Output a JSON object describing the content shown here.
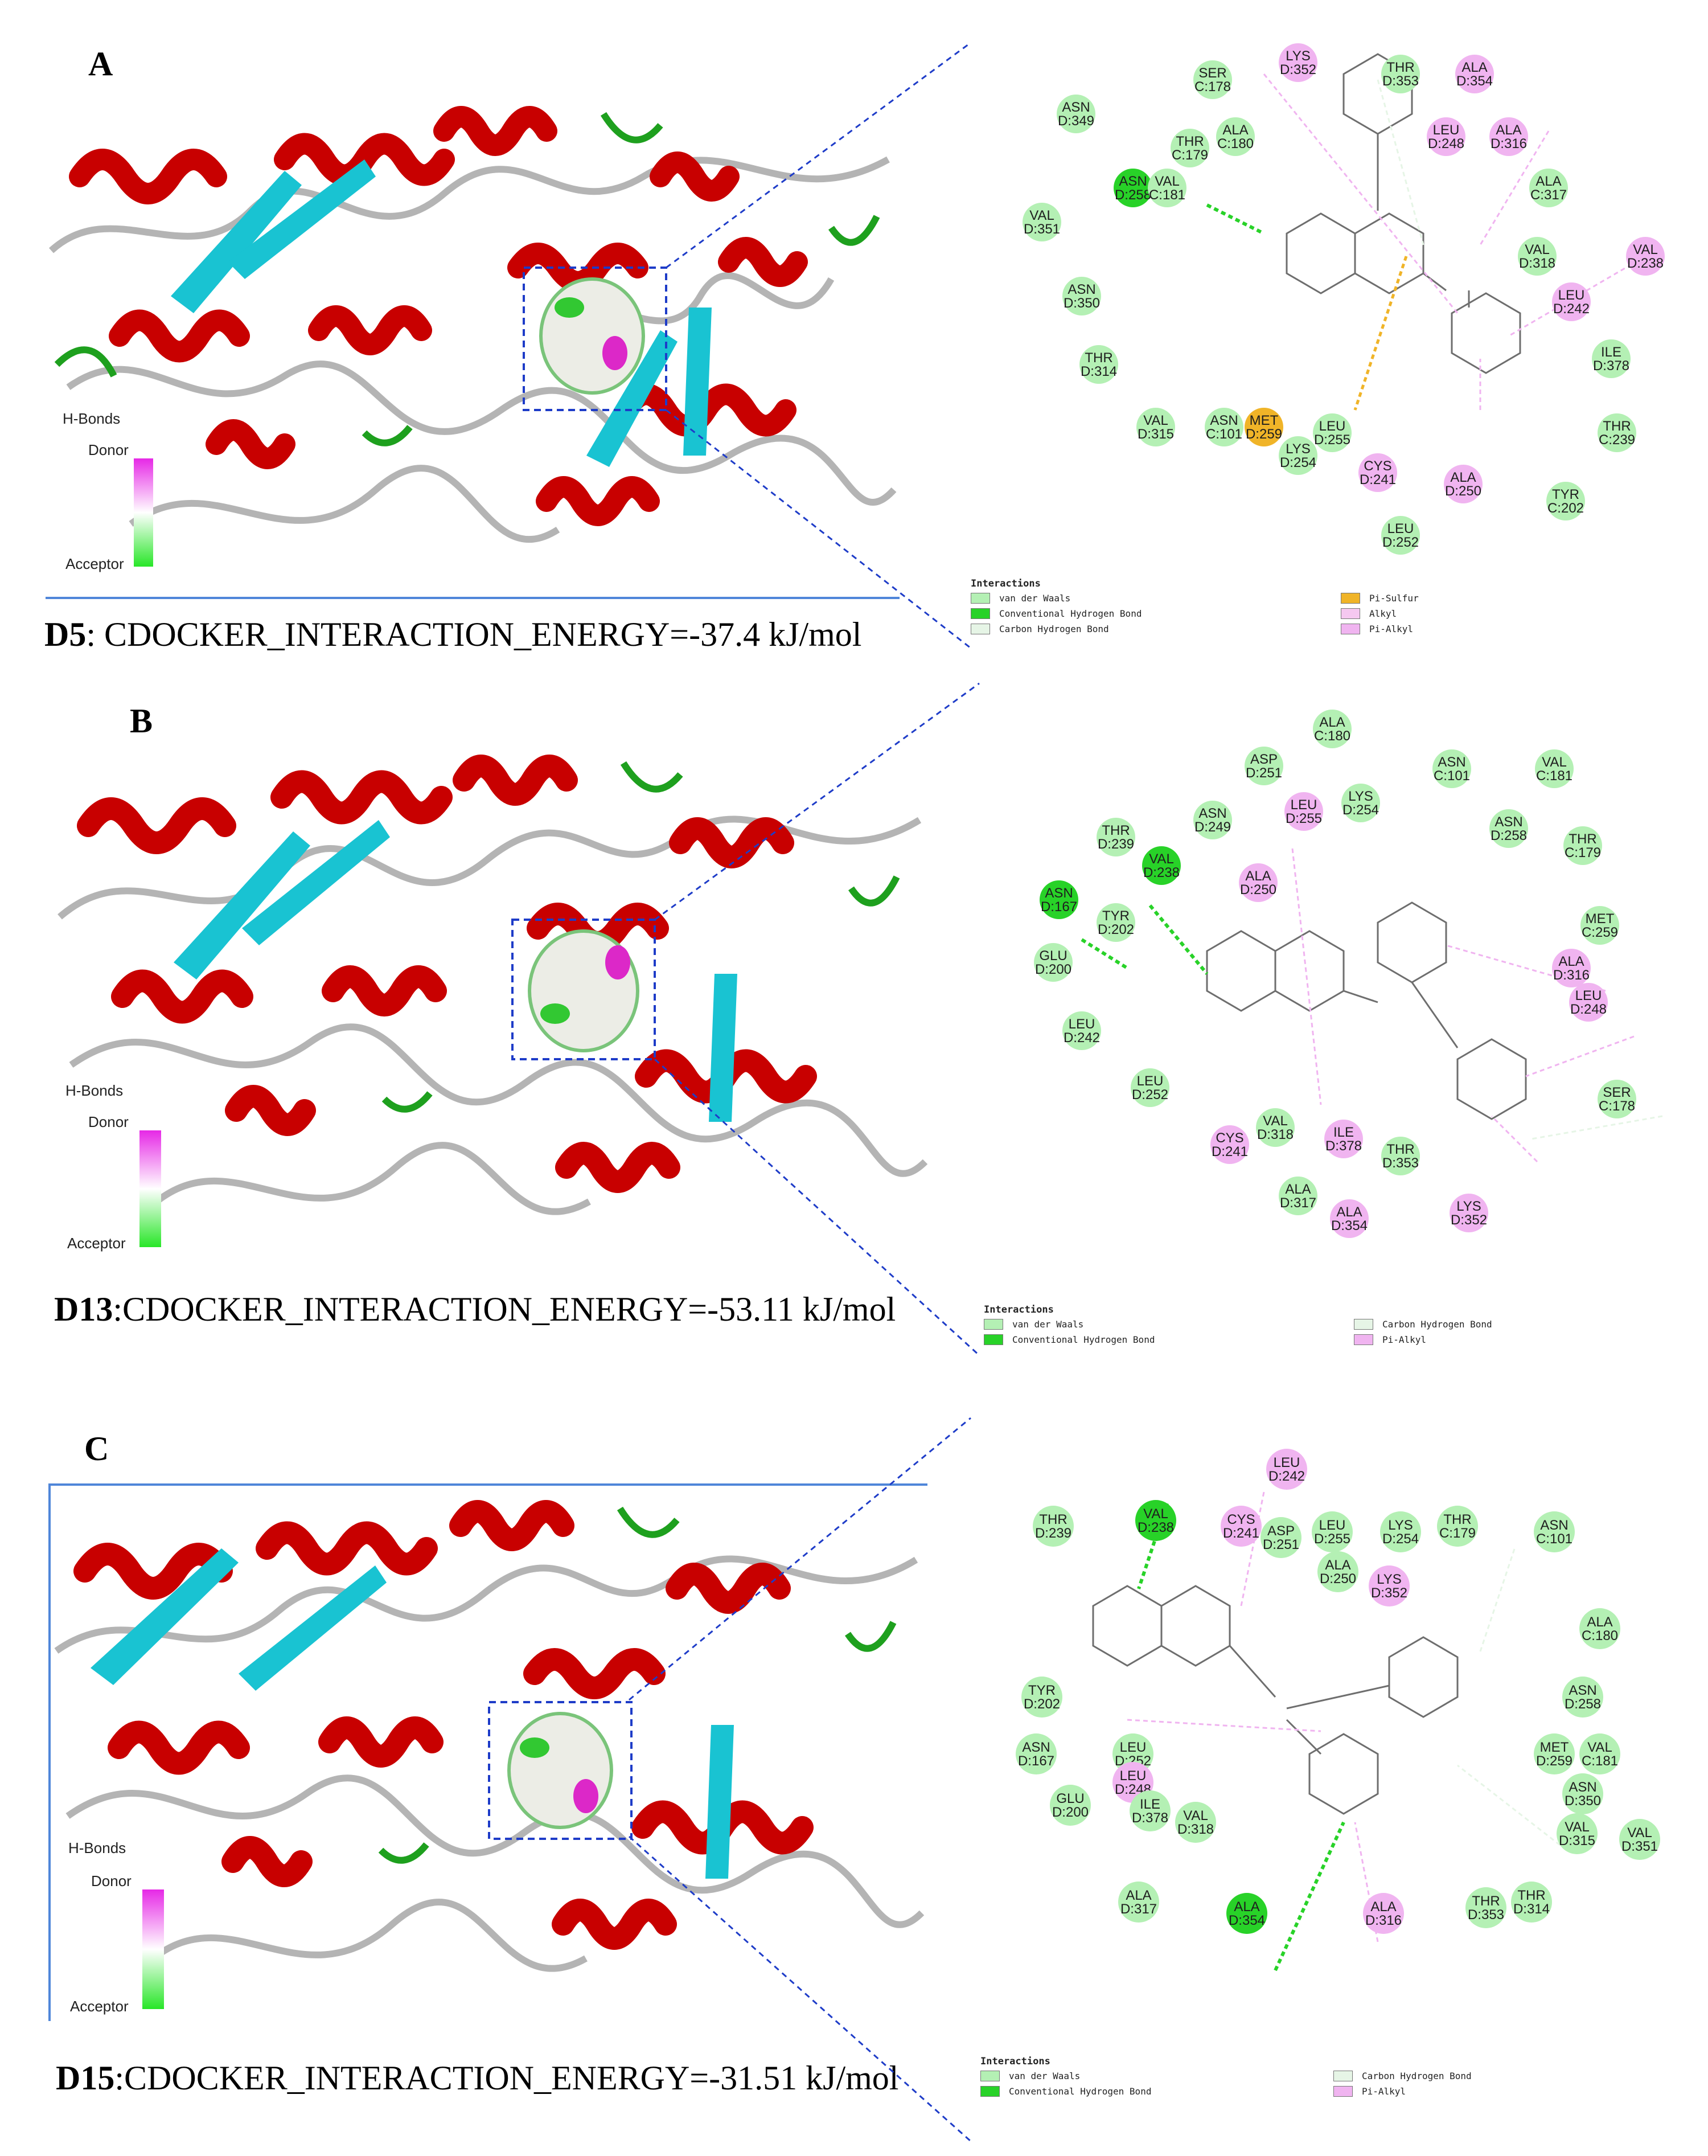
{
  "panels": [
    {
      "letter": "A",
      "ligand": "D5",
      "energy_text": ": CDOCKER_INTERACTION_ENERGY=-37.4 kJ/mol",
      "hbonds_title": "H-Bonds",
      "donor_label": "Donor",
      "acceptor_label": "Acceptor",
      "legend_title": "Interactions",
      "legend_items": [
        "van der Waals",
        "Conventional Hydrogen Bond",
        "Carbon Hydrogen Bond",
        "Pi-Sulfur",
        "Alkyl",
        "Pi-Alkyl"
      ],
      "residues": [
        [
          "SER",
          "C:178"
        ],
        [
          "LYS",
          "D:352"
        ],
        [
          "THR",
          "D:353"
        ],
        [
          "ALA",
          "D:354"
        ],
        [
          "ASN",
          "D:349"
        ],
        [
          "THR",
          "C:179"
        ],
        [
          "ALA",
          "C:180"
        ],
        [
          "LEU",
          "D:248"
        ],
        [
          "ALA",
          "D:316"
        ],
        [
          "ASN",
          "D:258"
        ],
        [
          "VAL",
          "C:181"
        ],
        [
          "ALA",
          "C:317"
        ],
        [
          "VAL",
          "D:351"
        ],
        [
          "VAL",
          "D:318"
        ],
        [
          "VAL",
          "D:238"
        ],
        [
          "ASN",
          "D:350"
        ],
        [
          "LEU",
          "D:242"
        ],
        [
          "THR",
          "D:314"
        ],
        [
          "ILE",
          "D:378"
        ],
        [
          "VAL",
          "D:315"
        ],
        [
          "ASN",
          "C:101"
        ],
        [
          "MET",
          "D:259"
        ],
        [
          "LEU",
          "D:255"
        ],
        [
          "THR",
          "C:239"
        ],
        [
          "LYS",
          "D:254"
        ],
        [
          "CYS",
          "D:241"
        ],
        [
          "ALA",
          "D:250"
        ],
        [
          "TYR",
          "C:202"
        ],
        [
          "LEU",
          "D:252"
        ]
      ]
    },
    {
      "letter": "B",
      "ligand": "D13",
      "energy_text": ":CDOCKER_INTERACTION_ENERGY=-53.11 kJ/mol",
      "hbonds_title": "H-Bonds",
      "donor_label": "Donor",
      "acceptor_label": "Acceptor",
      "legend_title": "Interactions",
      "legend_items": [
        "van der Waals",
        "Conventional Hydrogen Bond",
        "Carbon Hydrogen Bond",
        "Pi-Alkyl"
      ],
      "residues": [
        [
          "ALA",
          "C:180"
        ],
        [
          "ASP",
          "D:251"
        ],
        [
          "ASN",
          "C:101"
        ],
        [
          "VAL",
          "C:181"
        ],
        [
          "LEU",
          "D:255"
        ],
        [
          "LYS",
          "D:254"
        ],
        [
          "ASN",
          "D:249"
        ],
        [
          "THR",
          "D:239"
        ],
        [
          "ASN",
          "D:258"
        ],
        [
          "THR",
          "C:179"
        ],
        [
          "VAL",
          "D:238"
        ],
        [
          "ALA",
          "D:250"
        ],
        [
          "ASN",
          "D:167"
        ],
        [
          "TYR",
          "D:202"
        ],
        [
          "MET",
          "C:259"
        ],
        [
          "GLU",
          "D:200"
        ],
        [
          "ALA",
          "D:316"
        ],
        [
          "LEU",
          "D:248"
        ],
        [
          "LEU",
          "D:242"
        ],
        [
          "SER",
          "C:178"
        ],
        [
          "LEU",
          "D:252"
        ],
        [
          "VAL",
          "D:318"
        ],
        [
          "CYS",
          "D:241"
        ],
        [
          "ILE",
          "D:378"
        ],
        [
          "THR",
          "D:353"
        ],
        [
          "ALA",
          "D:317"
        ],
        [
          "ALA",
          "D:354"
        ],
        [
          "LYS",
          "D:352"
        ]
      ]
    },
    {
      "letter": "C",
      "ligand": "D15",
      "energy_text": ":CDOCKER_INTERACTION_ENERGY=-31.51 kJ/mol",
      "hbonds_title": "H-Bonds",
      "donor_label": "Donor",
      "acceptor_label": "Acceptor",
      "legend_title": "Interactions",
      "legend_items": [
        "van der Waals",
        "Conventional Hydrogen Bond",
        "Carbon Hydrogen Bond",
        "Pi-Alkyl"
      ],
      "residues": [
        [
          "LEU",
          "D:242"
        ],
        [
          "THR",
          "D:239"
        ],
        [
          "VAL",
          "D:238"
        ],
        [
          "CYS",
          "D:241"
        ],
        [
          "ASP",
          "D:251"
        ],
        [
          "LEU",
          "D:255"
        ],
        [
          "LYS",
          "D:254"
        ],
        [
          "THR",
          "C:179"
        ],
        [
          "ASN",
          "C:101"
        ],
        [
          "ALA",
          "D:250"
        ],
        [
          "LYS",
          "D:352"
        ],
        [
          "ALA",
          "C:180"
        ],
        [
          "TYR",
          "D:202"
        ],
        [
          "ASN",
          "D:258"
        ],
        [
          "ASN",
          "D:167"
        ],
        [
          "LEU",
          "D:252"
        ],
        [
          "LEU",
          "D:248"
        ],
        [
          "MET",
          "D:259"
        ],
        [
          "VAL",
          "C:181"
        ],
        [
          "ASN",
          "D:350"
        ],
        [
          "GLU",
          "D:200"
        ],
        [
          "ILE",
          "D:378"
        ],
        [
          "VAL",
          "D:318"
        ],
        [
          "VAL",
          "D:315"
        ],
        [
          "VAL",
          "D:351"
        ],
        [
          "ALA",
          "D:317"
        ],
        [
          "ALA",
          "D:354"
        ],
        [
          "ALA",
          "D:316"
        ],
        [
          "THR",
          "D:353"
        ],
        [
          "THR",
          "D:314"
        ]
      ]
    }
  ],
  "colors": {
    "helix": "#c80000",
    "sheet": "#19c3d2",
    "turn": "#1ea01e",
    "coil": "#b4b4b4",
    "vdw": "#b4f0b4",
    "hbond": "#28d228",
    "carbon_hbond": "#e6f5e6",
    "pi_sulfur": "#f0b428",
    "alkyl": "#f5c8f0",
    "pi_alkyl": "#f0b4f0",
    "bond_line": "#6e6e6e",
    "oxygen": "#e62828",
    "nitrogen": "#3232dc",
    "sulfur": "#d2b41e"
  }
}
